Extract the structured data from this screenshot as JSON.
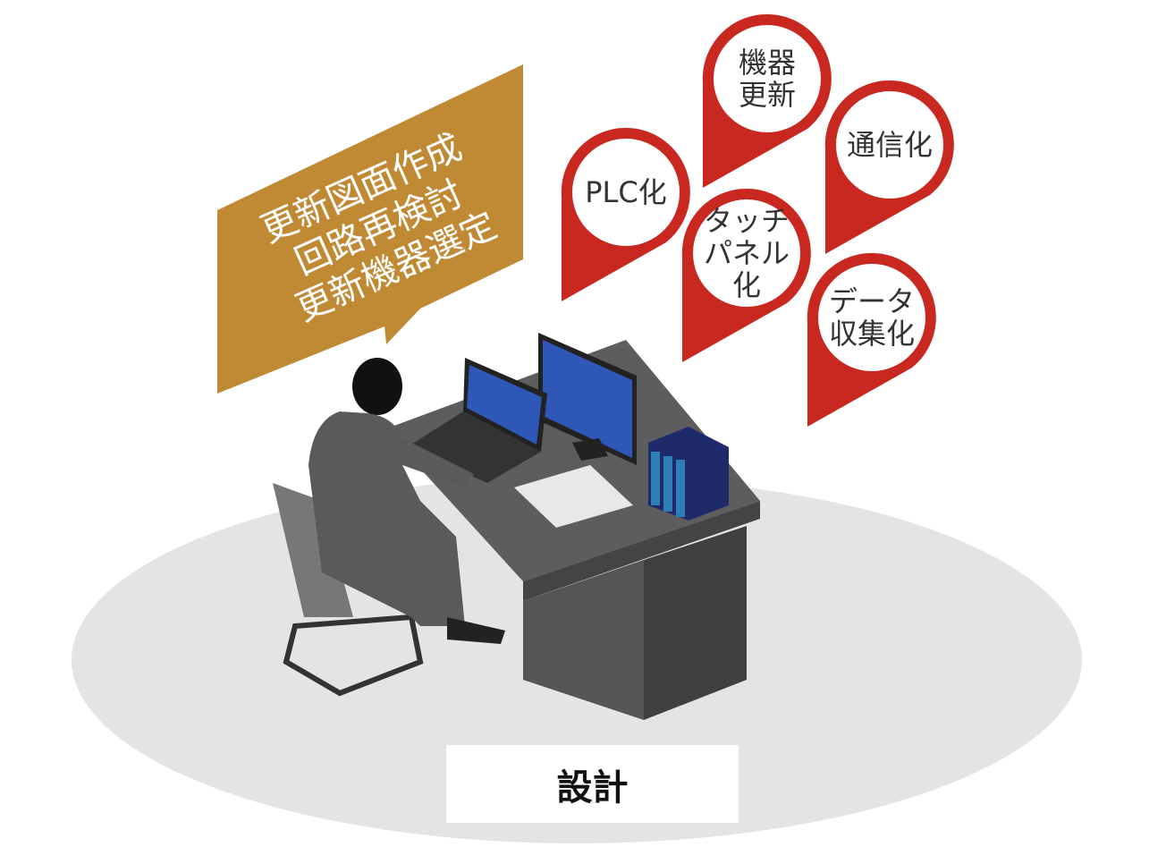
{
  "speech_bubble": {
    "lines": [
      "更新図面作成",
      "回路再検討",
      "更新機器選定"
    ],
    "color": "#C08A35"
  },
  "pins": [
    {
      "id": "kiki",
      "lines": [
        "機器",
        "更新"
      ]
    },
    {
      "id": "tsushin",
      "lines": [
        "通信化",
        ""
      ]
    },
    {
      "id": "plc",
      "lines": [
        "PLC化",
        ""
      ]
    },
    {
      "id": "touch",
      "lines": [
        "タッチ",
        "パネル化"
      ]
    },
    {
      "id": "data",
      "lines": [
        "データ",
        "収集化"
      ]
    }
  ],
  "pin_color": "#C8281F",
  "label": "設計"
}
